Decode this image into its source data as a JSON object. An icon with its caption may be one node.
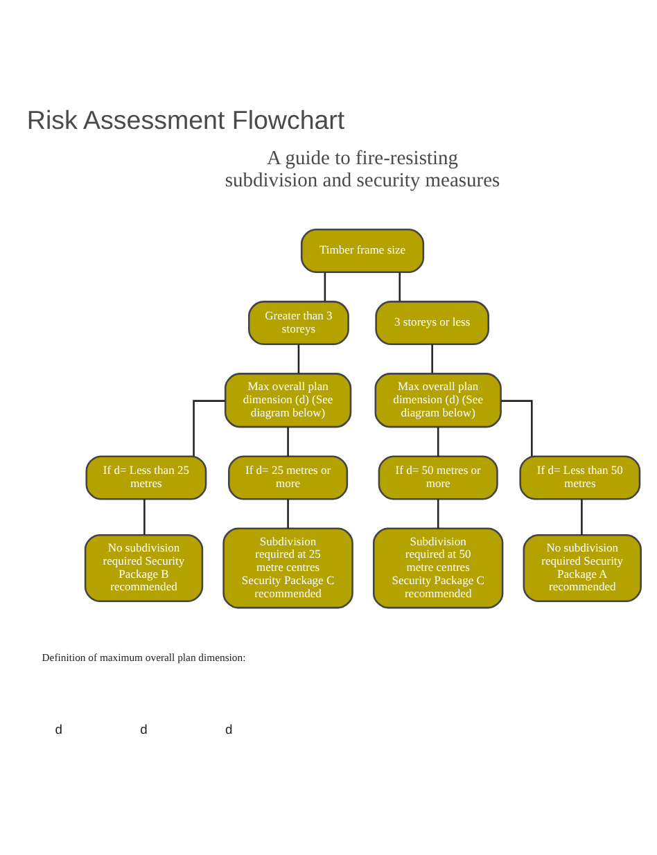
{
  "diagram": {
    "title": "Risk Assessment Flowchart",
    "nodes": [
      {
        "text": [
          "Timber frame size"
        ]
      },
      {
        "text": [
          "Greater than 3 storeys"
        ]
      },
      {
        "text": [
          "3 storeys or less"
        ]
      },
      {
        "text": [
          "Max overall plan dimension (d) (See diagram below)"
        ]
      },
      {
        "text": [
          "Max overall plan dimension (d) (See diagram below)"
        ]
      },
      {
        "text": [
          "If d= Less than 25 metres"
        ]
      },
      {
        "text": [
          "If d= 25 metres or more"
        ]
      },
      {
        "text": [
          "If d= 50 metres or more"
        ]
      },
      {
        "text": [
          "If d= Less than 50 metres"
        ]
      },
      {
        "text": [
          "No subdivision required Security Package B recommended"
        ]
      },
      {
        "text": [
          "Subdivision required at 25 metre centres Security Package C recommended"
        ]
      },
      {
        "text": [
          "Subdivision required at 50 metre centres Security Package C recommended"
        ]
      },
      {
        "text": [
          "No subdivision required Security Package A recommended"
        ]
      }
    ],
    "edges": [
      {
        "from": 0,
        "to": 1,
        "arrow": "none"
      },
      {
        "from": 0,
        "to": 2,
        "arrow": "none"
      },
      {
        "from": 1,
        "to": 3,
        "arrow": "none"
      },
      {
        "from": 2,
        "to": 4,
        "arrow": "none"
      },
      {
        "from": 3,
        "to": 5,
        "arrow": "none"
      },
      {
        "from": 3,
        "to": 6,
        "arrow": "none"
      },
      {
        "from": 4,
        "to": 7,
        "arrow": "none"
      },
      {
        "from": 4,
        "to": 8,
        "arrow": "none"
      },
      {
        "from": 5,
        "to": 9,
        "arrow": "none"
      },
      {
        "from": 6,
        "to": 10,
        "arrow": "none"
      },
      {
        "from": 7,
        "to": 11,
        "arrow": "none"
      },
      {
        "from": 8,
        "to": 12,
        "arrow": "none"
      }
    ],
    "labels": [
      "A guide to fire-resisting subdivision and security measures",
      "Definition of maximum overall plan dimension:",
      "d",
      "d",
      "d"
    ]
  }
}
